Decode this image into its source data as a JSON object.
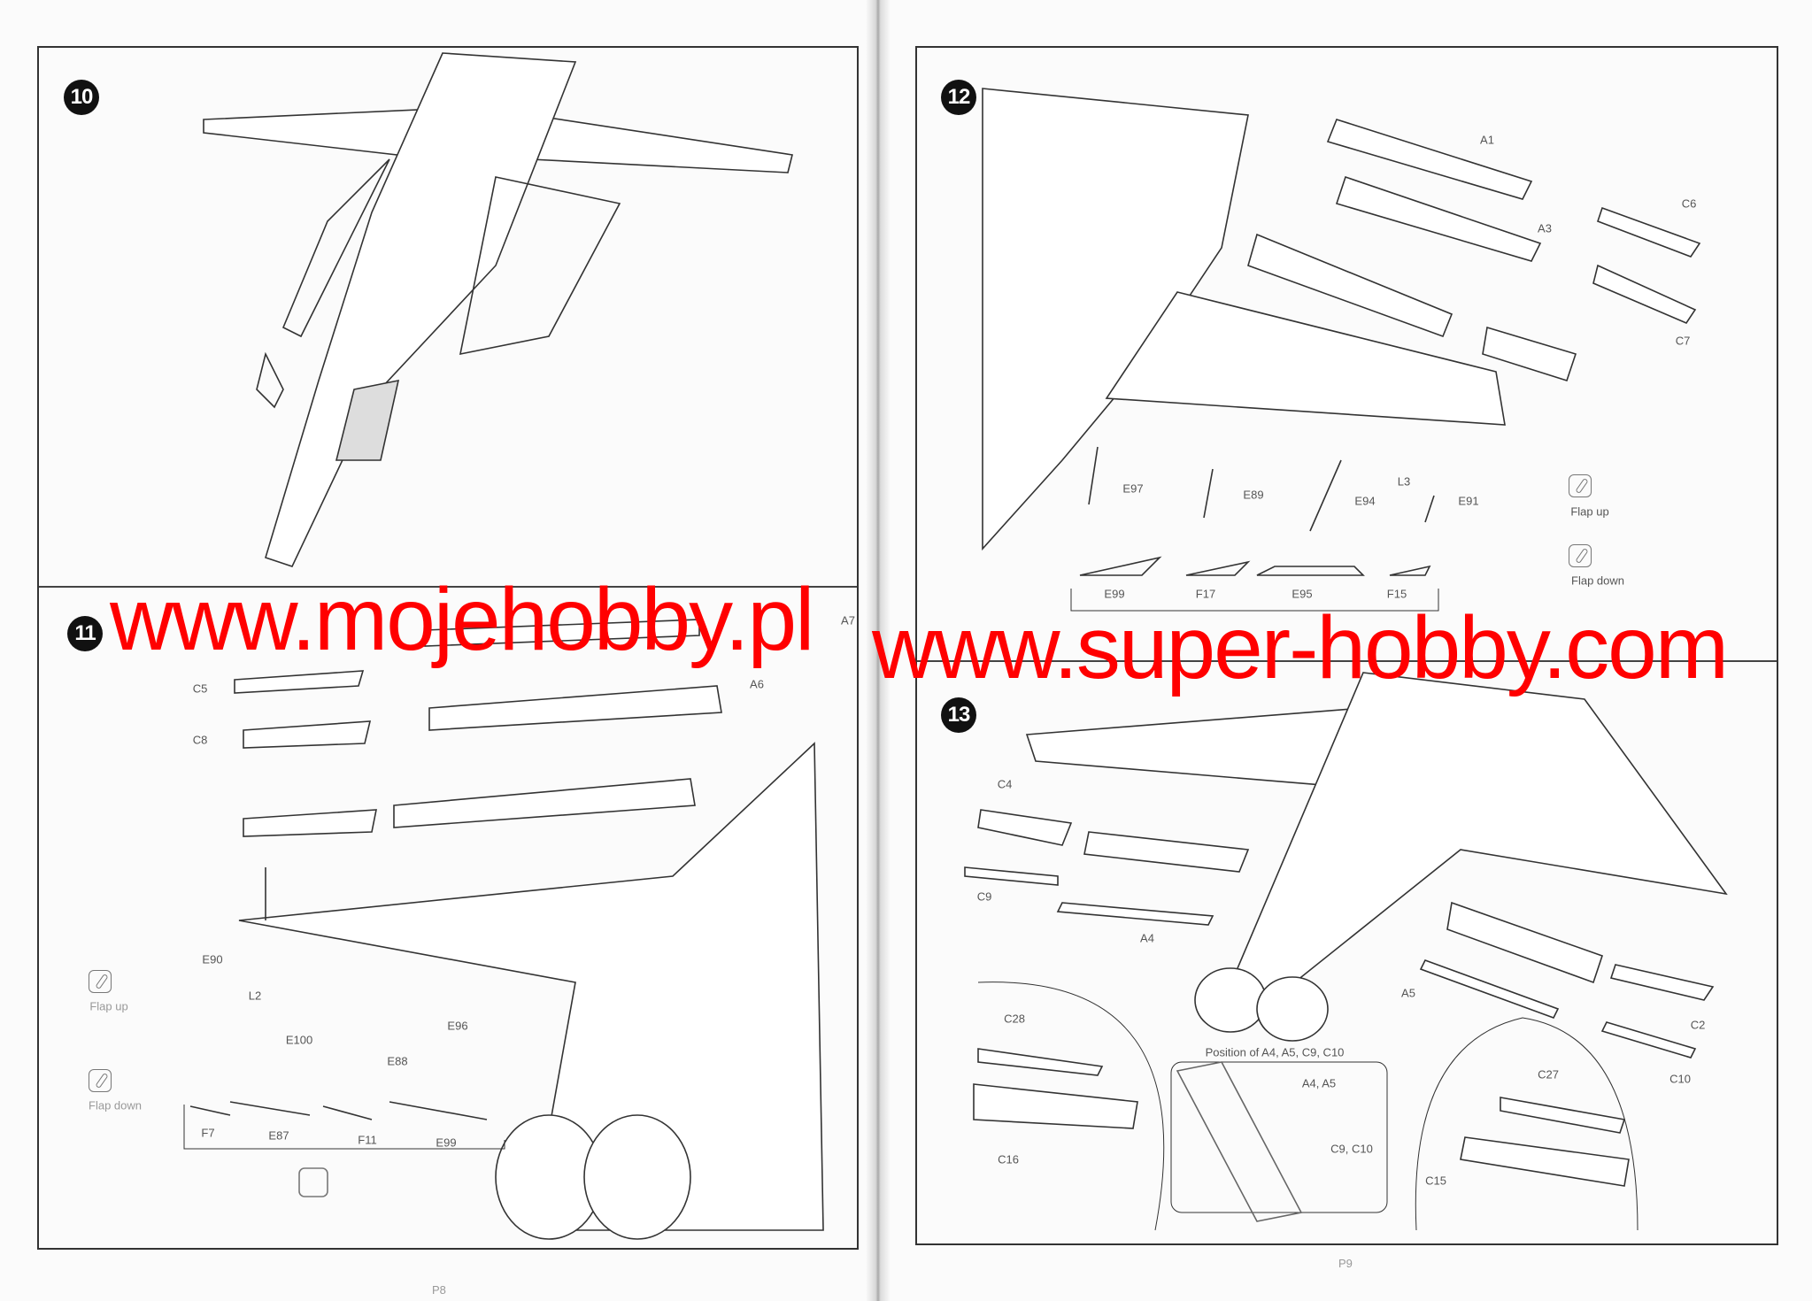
{
  "watermarks": {
    "left": "www.mojehobby.pl",
    "right": "www.super-hobby.com"
  },
  "left_page": {
    "page_number": "P8",
    "step10": {
      "number": "10"
    },
    "step11": {
      "number": "11",
      "labels": {
        "a7": "A7",
        "c5": "C5",
        "a6": "A6",
        "c8": "C8",
        "e90": "E90",
        "l2": "L2",
        "e100": "E100",
        "e88": "E88",
        "e96": "E96",
        "f7": "F7",
        "e87": "E87",
        "f11": "F11",
        "e99": "E99"
      },
      "flap_up": "Flap up",
      "flap_down": "Flap down"
    }
  },
  "right_page": {
    "page_number": "P9",
    "step12": {
      "number": "12",
      "labels": {
        "a1": "A1",
        "a3": "A3",
        "c6": "C6",
        "c7": "C7",
        "e97": "E97",
        "e89": "E89",
        "e94": "E94",
        "l3": "L3",
        "e91": "E91",
        "e99": "E99",
        "f17": "F17",
        "e95": "E95",
        "f15": "F15"
      },
      "flap_up": "Flap up",
      "flap_down": "Flap down"
    },
    "step13": {
      "number": "13",
      "labels": {
        "c4": "C4",
        "c9": "C9",
        "a4": "A4",
        "a5": "A5",
        "c2": "C2",
        "c10": "C10",
        "c28": "C28",
        "c16": "C16",
        "c27": "C27",
        "c15": "C15"
      },
      "inset_title": "Position of A4, A5, C9, C10",
      "inset_a4a5": "A4, A5",
      "inset_c9c10": "C9, C10"
    }
  }
}
